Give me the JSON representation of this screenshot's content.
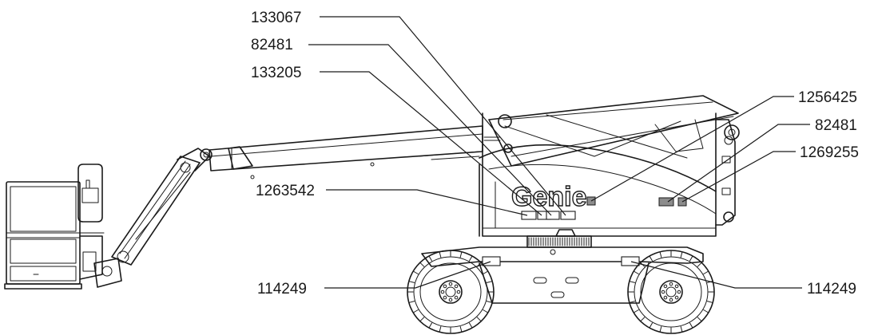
{
  "brand_logo": "Genie",
  "callouts": [
    {
      "id": "c1",
      "label": "133067"
    },
    {
      "id": "c2",
      "label": "82481"
    },
    {
      "id": "c3",
      "label": "133205"
    },
    {
      "id": "c4",
      "label": "1256425"
    },
    {
      "id": "c5",
      "label": "82481"
    },
    {
      "id": "c6",
      "label": "1269255"
    },
    {
      "id": "c7",
      "label": "1263542"
    },
    {
      "id": "c8",
      "label": "114249"
    },
    {
      "id": "c9",
      "label": "114249"
    }
  ]
}
